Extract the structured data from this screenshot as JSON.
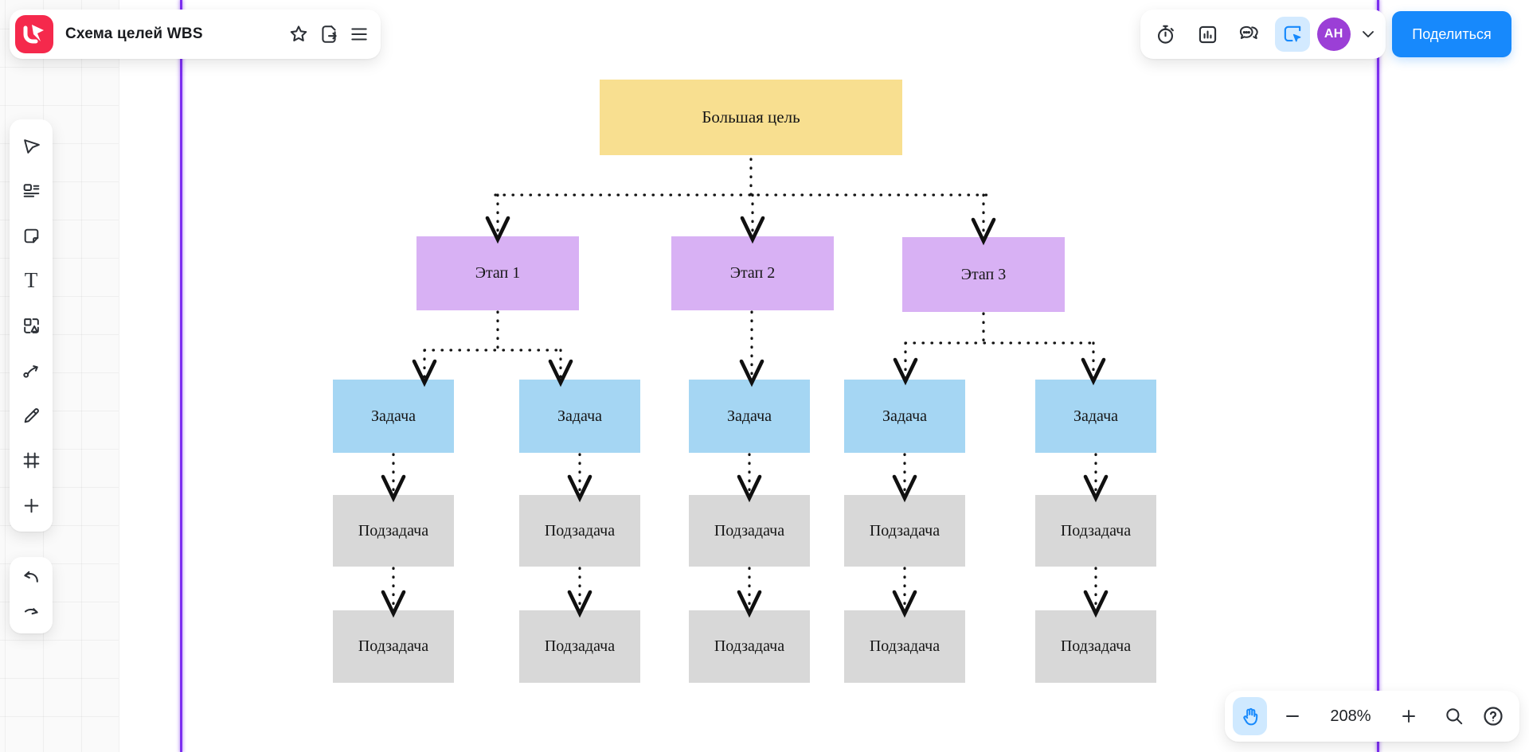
{
  "header": {
    "title": "Схема целей WBS",
    "title_actions": [
      "star-icon",
      "export-icon",
      "menu-icon"
    ],
    "right_actions": [
      "timer-icon",
      "board-stats-icon",
      "comments-icon",
      "follow-cursor-icon"
    ],
    "active_right_action": "follow-cursor-icon",
    "avatar_initials": "AH",
    "share_button_label": "Поделиться"
  },
  "toolbar": {
    "tools": [
      "select",
      "section",
      "sticky-note",
      "text",
      "shapes",
      "connector",
      "pen",
      "frame",
      "add"
    ],
    "history": [
      "undo",
      "redo"
    ]
  },
  "zoom_controls": {
    "level": "208%",
    "items": [
      "hand-tool",
      "zoom-out",
      "zoom-level",
      "zoom-in",
      "zoom-search",
      "help"
    ],
    "active_item": "hand-tool"
  },
  "canvas": {
    "frame_border_color": "#7c2ff0",
    "nodes": [
      {
        "label": "Большая цель",
        "type": "goal",
        "color": "#f8df90"
      },
      {
        "label": "Этап 1",
        "type": "stage",
        "color": "#d8b1f4"
      },
      {
        "label": "Этап 2",
        "type": "stage",
        "color": "#d8b1f4"
      },
      {
        "label": "Этап 3",
        "type": "stage",
        "color": "#d8b1f4"
      },
      {
        "label": "Задача",
        "type": "task",
        "color": "#a5d6f3"
      },
      {
        "label": "Задача",
        "type": "task",
        "color": "#a5d6f3"
      },
      {
        "label": "Задача",
        "type": "task",
        "color": "#a5d6f3"
      },
      {
        "label": "Задача",
        "type": "task",
        "color": "#a5d6f3"
      },
      {
        "label": "Задача",
        "type": "task",
        "color": "#a5d6f3"
      },
      {
        "label": "Подзадача",
        "type": "sub",
        "color": "#d8d8d8"
      },
      {
        "label": "Подзадача",
        "type": "sub",
        "color": "#d8d8d8"
      },
      {
        "label": "Подзадача",
        "type": "sub",
        "color": "#d8d8d8"
      },
      {
        "label": "Подзадача",
        "type": "sub",
        "color": "#d8d8d8"
      },
      {
        "label": "Подзадача",
        "type": "sub",
        "color": "#d8d8d8"
      },
      {
        "label": "Подзадача",
        "type": "sub",
        "color": "#d8d8d8"
      },
      {
        "label": "Подзадача",
        "type": "sub",
        "color": "#d8d8d8"
      },
      {
        "label": "Подзадача",
        "type": "sub",
        "color": "#d8d8d8"
      },
      {
        "label": "Подзадача",
        "type": "sub",
        "color": "#d8d8d8"
      },
      {
        "label": "Подзадача",
        "type": "sub",
        "color": "#d8d8d8"
      }
    ],
    "edges": [
      {
        "from": 0,
        "to": 1
      },
      {
        "from": 0,
        "to": 2
      },
      {
        "from": 0,
        "to": 3
      },
      {
        "from": 1,
        "to": 4
      },
      {
        "from": 1,
        "to": 5
      },
      {
        "from": 2,
        "to": 6
      },
      {
        "from": 3,
        "to": 7
      },
      {
        "from": 3,
        "to": 8
      },
      {
        "from": 4,
        "to": 9
      },
      {
        "from": 5,
        "to": 10
      },
      {
        "from": 6,
        "to": 11
      },
      {
        "from": 7,
        "to": 12
      },
      {
        "from": 8,
        "to": 13
      },
      {
        "from": 9,
        "to": 14
      },
      {
        "from": 10,
        "to": 15
      },
      {
        "from": 11,
        "to": 16
      },
      {
        "from": 12,
        "to": 17
      },
      {
        "from": 13,
        "to": 18
      }
    ],
    "edge_style": "dotted-with-open-v-arrowheads"
  },
  "colors": {
    "logo_red": "#f5294c",
    "accent_blue": "#1789fc",
    "active_bg_blue": "#d3eaff",
    "avatar_purple": "#9b3fd6",
    "frame_purple": "#7c2ff0"
  }
}
